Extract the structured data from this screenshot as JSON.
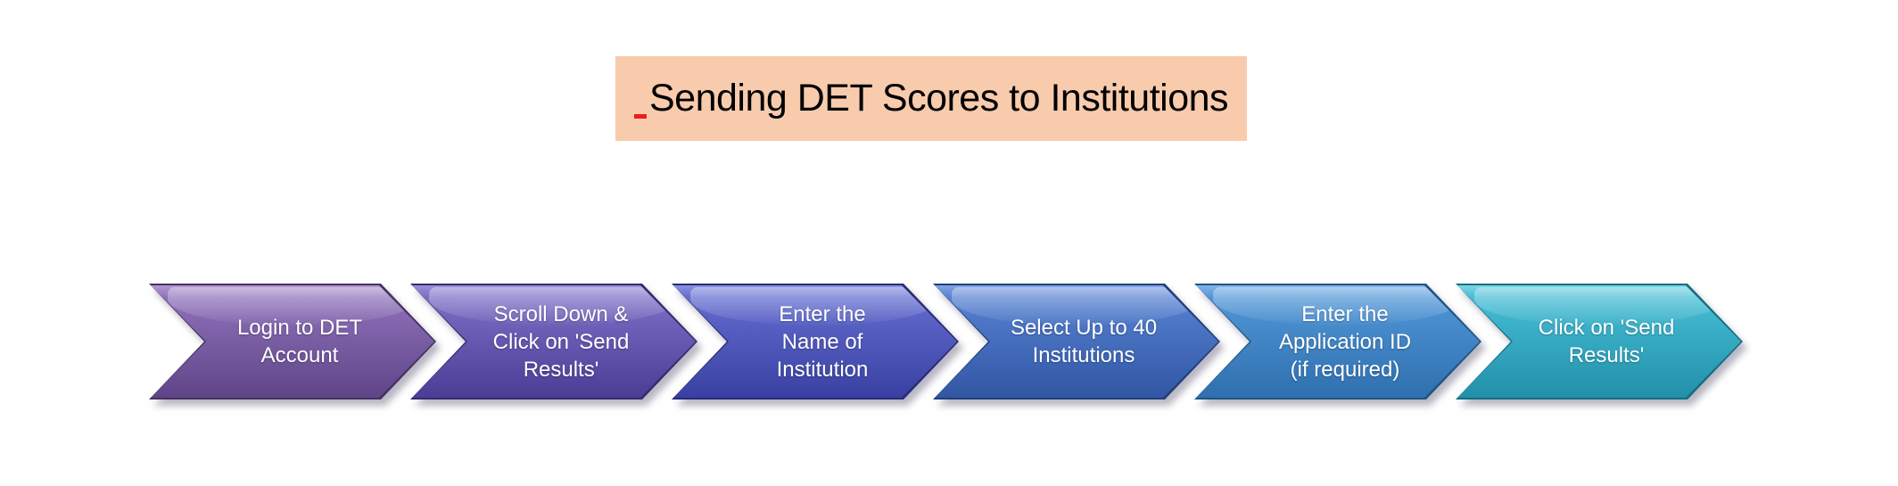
{
  "page": {
    "background": "#FFFFFF"
  },
  "title": {
    "text": "Sending DET Scores to Institutions",
    "background": "#F8CBAD",
    "text_color": "#000000",
    "spellcheck_mark_color": "#EE1C1C"
  },
  "step_text_color": "#FFFFFF",
  "steps": [
    {
      "label": "Login to DET\nAccount",
      "color_top": "#B199D1",
      "color_upper": "#8E70B9",
      "color_bottom": "#5E4587",
      "border_color": "#44325F"
    },
    {
      "label": "Scroll Down &\nClick on 'Send\nResults'",
      "color_top": "#9C8FD8",
      "color_upper": "#7B6CC4",
      "color_bottom": "#4B3D96",
      "border_color": "#342C6B"
    },
    {
      "label": "Enter the\nName of\nInstitution",
      "color_top": "#8A92E0",
      "color_upper": "#626CCE",
      "color_bottom": "#3940A2",
      "border_color": "#282C74"
    },
    {
      "label": "Select Up to 40\nInstitutions",
      "color_top": "#82A4E4",
      "color_upper": "#5580D0",
      "color_bottom": "#3156A4",
      "border_color": "#223F78"
    },
    {
      "label": "Enter the\nApplication ID\n(if required)",
      "color_top": "#84B4E6",
      "color_upper": "#4F95D6",
      "color_bottom": "#2F6FAE",
      "border_color": "#1F5580"
    },
    {
      "label": "Click on 'Send\nResults'",
      "color_top": "#7DD6E4",
      "color_upper": "#45BCD4",
      "color_bottom": "#2290A9",
      "border_color": "#146E80"
    }
  ]
}
